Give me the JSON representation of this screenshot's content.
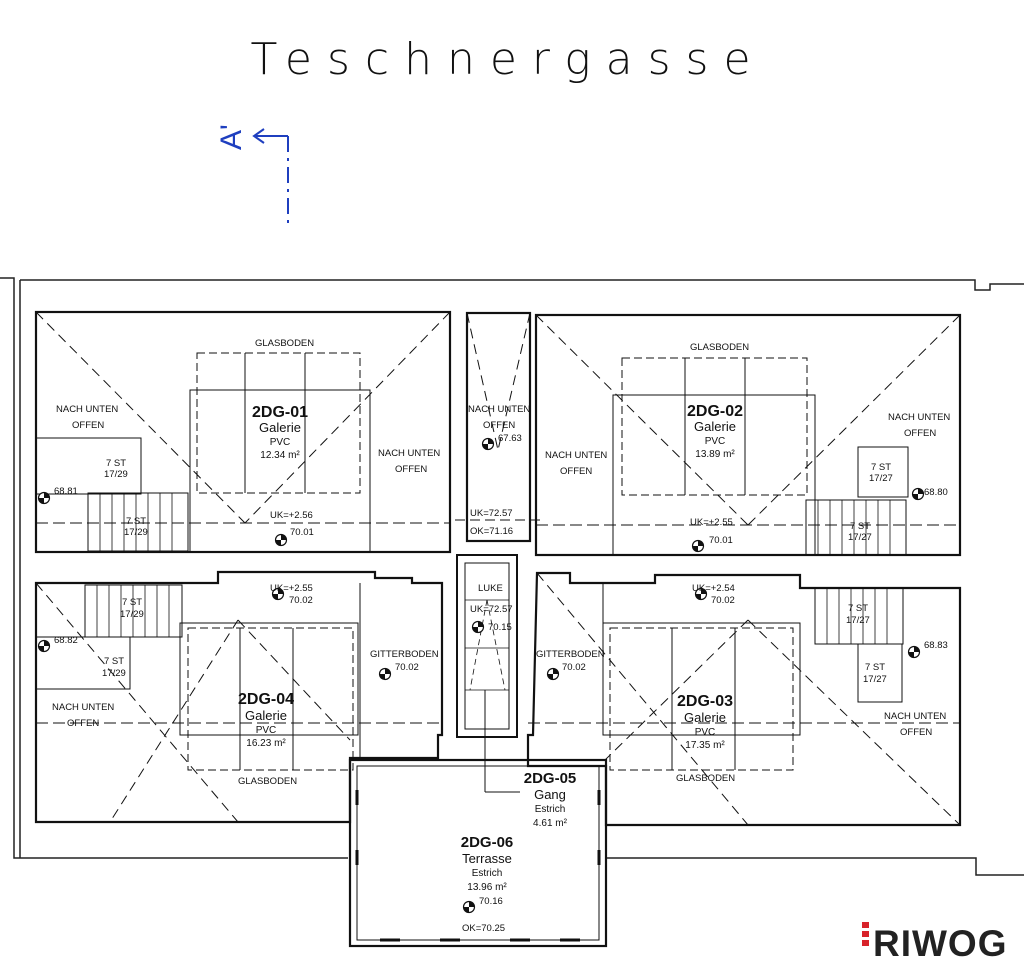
{
  "street_name": "Teschnergasse",
  "section_marker": "A'",
  "logo_text": "RIWOG",
  "colors": {
    "line": "#1a1a1a",
    "section": "#1f3fbf",
    "logo_red": "#d8222a",
    "logo_text": "#222222"
  },
  "rooms": [
    {
      "id": "2DG-01",
      "name": "Galerie",
      "material": "PVC",
      "area": "12.34 m²"
    },
    {
      "id": "2DG-02",
      "name": "Galerie",
      "material": "PVC",
      "area": "13.89 m²"
    },
    {
      "id": "2DG-03",
      "name": "Galerie",
      "material": "PVC",
      "area": "17.35 m²"
    },
    {
      "id": "2DG-04",
      "name": "Galerie",
      "material": "PVC",
      "area": "16.23 m²"
    },
    {
      "id": "2DG-05",
      "name": "Gang",
      "material": "Estrich",
      "area": "4.61 m²"
    },
    {
      "id": "2DG-06",
      "name": "Terrasse",
      "material": "Estrich",
      "area": "13.96 m²"
    }
  ],
  "labels": {
    "glasboden": "GLASBODEN",
    "gitterboden": "GITTERBODEN",
    "nach_unten": "NACH UNTEN",
    "offen": "OFFEN",
    "luke": "LUKE",
    "stairs_7st": "7 ST",
    "stairs_17_29": "17/29",
    "stairs_17_27": "17/27"
  },
  "levels": {
    "l_6881": "68.81",
    "l_6880": "68.80",
    "l_6882": "68.82",
    "l_6883": "68.83",
    "l_7001": "70.01",
    "l_7002": "70.02",
    "l_7015": "70.15",
    "l_7016": "70.16",
    "l_6763": "67.63",
    "uk_256": "UK=+2.56",
    "uk_255": "UK=+2.55",
    "uk_254": "UK=+2.54",
    "uk_7257": "UK=72.57",
    "ok_7116": "OK=71.16",
    "ok_7025": "OK=70.25"
  }
}
